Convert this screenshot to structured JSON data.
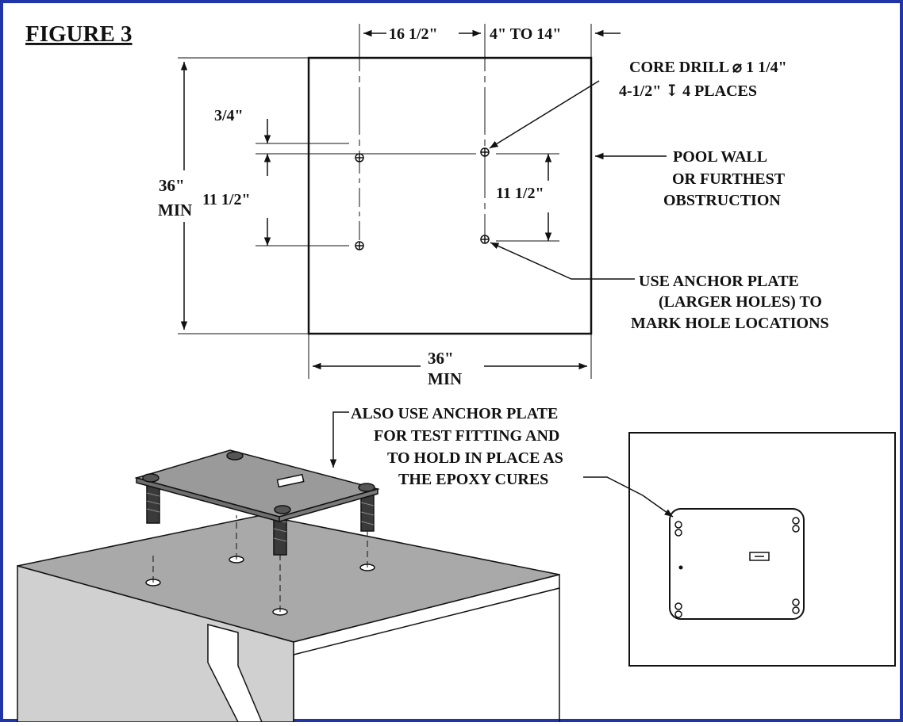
{
  "figure": {
    "title": "FIGURE 3",
    "border_color": "#1f35a8",
    "line_color": "#111111"
  },
  "top_view": {
    "dim_width_spacing": "16 1/2\"",
    "dim_offset_range": "4\" TO 14\"",
    "dim_side_height_value": "36\"",
    "dim_side_height_unit": "MIN",
    "dim_bottom_width_value": "36\"",
    "dim_bottom_width_unit": "MIN",
    "dim_small_offset": "3/4\"",
    "dim_left_vertical": "11 1/2\"",
    "dim_right_vertical": "11 1/2\"",
    "core_drill_line1": "CORE DRILL ⌀ 1 1/4\"",
    "core_drill_line2": "4-1/2\" ↧ 4 PLACES",
    "pool_wall_line1": "POOL WALL",
    "pool_wall_line2": "OR FURTHEST",
    "pool_wall_line3": "OBSTRUCTION",
    "anchor_plate_line1": "USE ANCHOR PLATE",
    "anchor_plate_line2": "(LARGER HOLES) TO",
    "anchor_plate_line3": "MARK HOLE LOCATIONS"
  },
  "iso_view": {
    "note_line1": "ALSO USE ANCHOR PLATE",
    "note_line2": "FOR TEST FITTING AND",
    "note_line3": "TO HOLD IN PLACE AS",
    "note_line4": "THE EPOXY CURES",
    "deck_color": "#a9a9a9",
    "deck_side_color": "#d0d0d0",
    "plate_color": "#9a9a9a"
  }
}
